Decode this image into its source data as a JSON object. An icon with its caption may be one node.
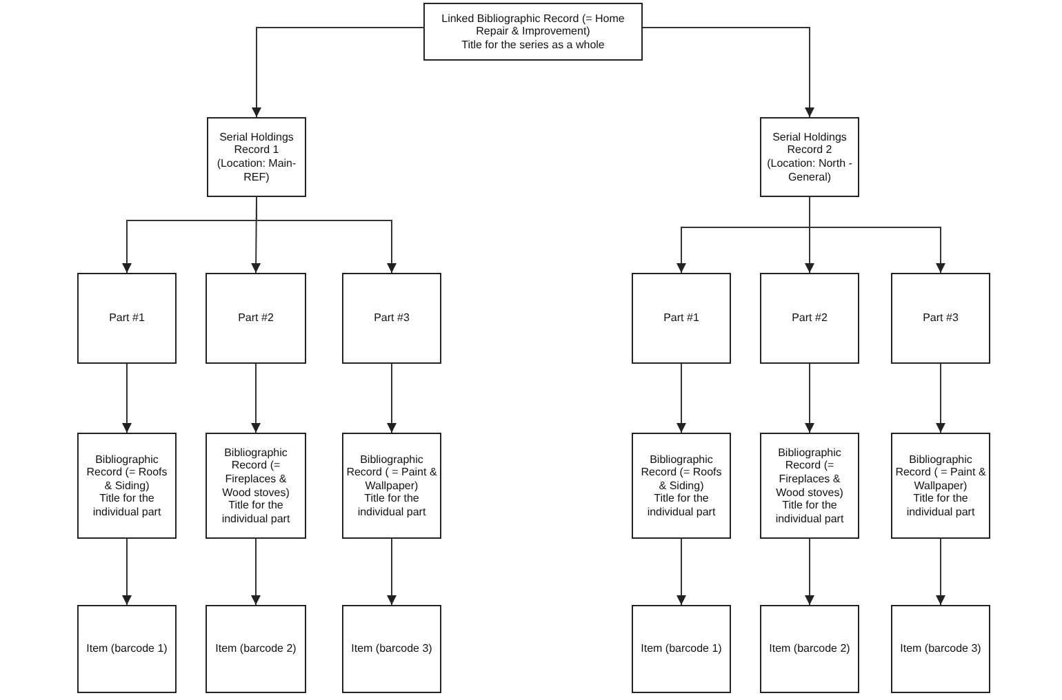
{
  "diagram": {
    "nodes": [
      {
        "text": [
          "Linked Bibliographic Record (= Home Repair & Improvement)",
          "Title for the series as a whole"
        ]
      },
      {
        "text": [
          "Serial Holdings Record 1 (Location: Main-REF)"
        ]
      },
      {
        "text": [
          "Part #1"
        ]
      },
      {
        "text": [
          "Part #2"
        ]
      },
      {
        "text": [
          "Part #3"
        ]
      },
      {
        "text": [
          "Bibliographic Record (= Roofs & Siding)",
          "Title for the individual part"
        ]
      },
      {
        "text": [
          "Bibliographic Record (= Fireplaces & Wood stoves)",
          "Title for the individual part"
        ]
      },
      {
        "text": [
          "Bibliographic Record ( = Paint & Wallpaper)",
          "Title for the individual part"
        ]
      },
      {
        "text": [
          "Item (barcode 1)"
        ]
      },
      {
        "text": [
          "Item (barcode 2)"
        ]
      },
      {
        "text": [
          "Item (barcode 3)"
        ]
      },
      {
        "text": [
          "Serial Holdings Record 2 (Location: North - General)"
        ]
      },
      {
        "text": [
          "Part #1"
        ]
      },
      {
        "text": [
          "Part #2"
        ]
      },
      {
        "text": [
          "Part #3"
        ]
      },
      {
        "text": [
          "Bibliographic Record (= Roofs & Siding)",
          "Title for the individual part"
        ]
      },
      {
        "text": [
          "Bibliographic Record (= Fireplaces & Wood stoves)",
          "Title for the individual part"
        ]
      },
      {
        "text": [
          "Bibliographic Record ( = Paint & Wallpaper)",
          "Title for the individual part"
        ]
      },
      {
        "text": [
          "Item (barcode 1)"
        ]
      },
      {
        "text": [
          "Item (barcode 2)"
        ]
      },
      {
        "text": [
          "Item (barcode 3)"
        ]
      }
    ],
    "edges": [
      {
        "from": 0,
        "to": 1,
        "arrow": "to"
      },
      {
        "from": 0,
        "to": 11,
        "arrow": "to"
      },
      {
        "from": 1,
        "to": 2,
        "arrow": "to"
      },
      {
        "from": 1,
        "to": 3,
        "arrow": "to"
      },
      {
        "from": 1,
        "to": 4,
        "arrow": "to"
      },
      {
        "from": 2,
        "to": 5,
        "arrow": "to"
      },
      {
        "from": 3,
        "to": 6,
        "arrow": "to"
      },
      {
        "from": 4,
        "to": 7,
        "arrow": "to"
      },
      {
        "from": 5,
        "to": 8,
        "arrow": "to"
      },
      {
        "from": 6,
        "to": 9,
        "arrow": "to"
      },
      {
        "from": 7,
        "to": 10,
        "arrow": "to"
      },
      {
        "from": 11,
        "to": 12,
        "arrow": "to"
      },
      {
        "from": 11,
        "to": 13,
        "arrow": "to"
      },
      {
        "from": 11,
        "to": 14,
        "arrow": "to"
      },
      {
        "from": 12,
        "to": 15,
        "arrow": "to"
      },
      {
        "from": 13,
        "to": 16,
        "arrow": "to"
      },
      {
        "from": 14,
        "to": 17,
        "arrow": "to"
      },
      {
        "from": 15,
        "to": 18,
        "arrow": "to"
      },
      {
        "from": 16,
        "to": 19,
        "arrow": "to"
      },
      {
        "from": 17,
        "to": 20,
        "arrow": "to"
      }
    ]
  }
}
